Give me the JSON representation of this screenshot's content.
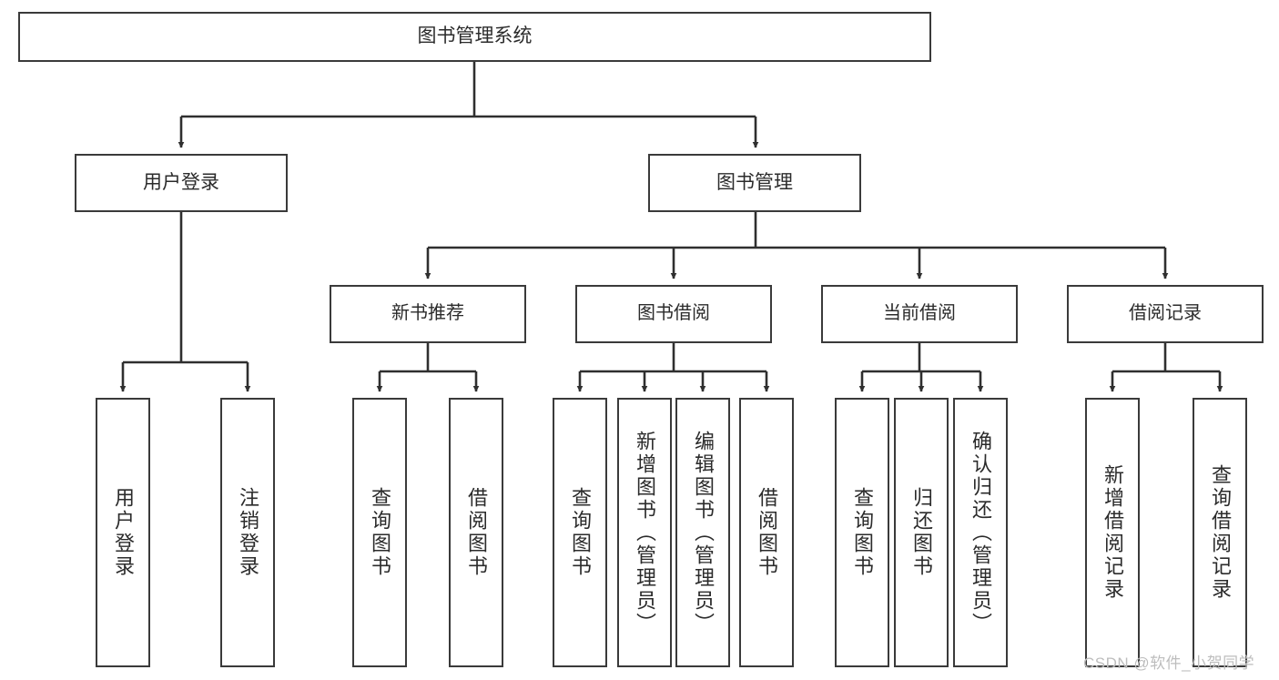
{
  "diagram": {
    "title": "图书管理系统",
    "type": "hierarchy-tree",
    "watermark": "CSDN @软件_小贺同学",
    "colors": {
      "box_border": "#3a3a3a",
      "box_fill": "#ffffff",
      "edge": "#2f2f2f",
      "text": "#2b2b2b",
      "watermark": "#bdbdbd",
      "background": "#ffffff"
    },
    "nodes": {
      "root": {
        "label": "图书管理系统"
      },
      "level2": [
        {
          "id": "user-login",
          "label": "用户登录"
        },
        {
          "id": "book-manage",
          "label": "图书管理"
        }
      ],
      "level3": [
        {
          "id": "new-book-recommend",
          "label": "新书推荐"
        },
        {
          "id": "book-borrow",
          "label": "图书借阅"
        },
        {
          "id": "current-borrow",
          "label": "当前借阅"
        },
        {
          "id": "borrow-record",
          "label": "借阅记录"
        }
      ],
      "leaves": [
        {
          "id": "leaf-user-login",
          "label": "用户登录",
          "parent": "user-login"
        },
        {
          "id": "leaf-logout-login",
          "label": "注销登录",
          "parent": "user-login"
        },
        {
          "id": "leaf-query-book-1",
          "label": "查询图书",
          "parent": "new-book-recommend"
        },
        {
          "id": "leaf-borrow-book-1",
          "label": "借阅图书",
          "parent": "new-book-recommend"
        },
        {
          "id": "leaf-query-book-2",
          "label": "查询图书",
          "parent": "book-borrow"
        },
        {
          "id": "leaf-add-book",
          "label": "新增图书（管理员）",
          "parent": "book-borrow"
        },
        {
          "id": "leaf-edit-book",
          "label": "编辑图书（管理员）",
          "parent": "book-borrow"
        },
        {
          "id": "leaf-borrow-book-2",
          "label": "借阅图书",
          "parent": "book-borrow"
        },
        {
          "id": "leaf-query-book-3",
          "label": "查询图书",
          "parent": "current-borrow"
        },
        {
          "id": "leaf-return-book",
          "label": "归还图书",
          "parent": "current-borrow"
        },
        {
          "id": "leaf-confirm-return",
          "label": "确认归还（管理员）",
          "parent": "current-borrow"
        },
        {
          "id": "leaf-add-record",
          "label": "新增借阅记录",
          "parent": "borrow-record"
        },
        {
          "id": "leaf-query-record",
          "label": "查询借阅记录",
          "parent": "borrow-record"
        }
      ]
    }
  }
}
